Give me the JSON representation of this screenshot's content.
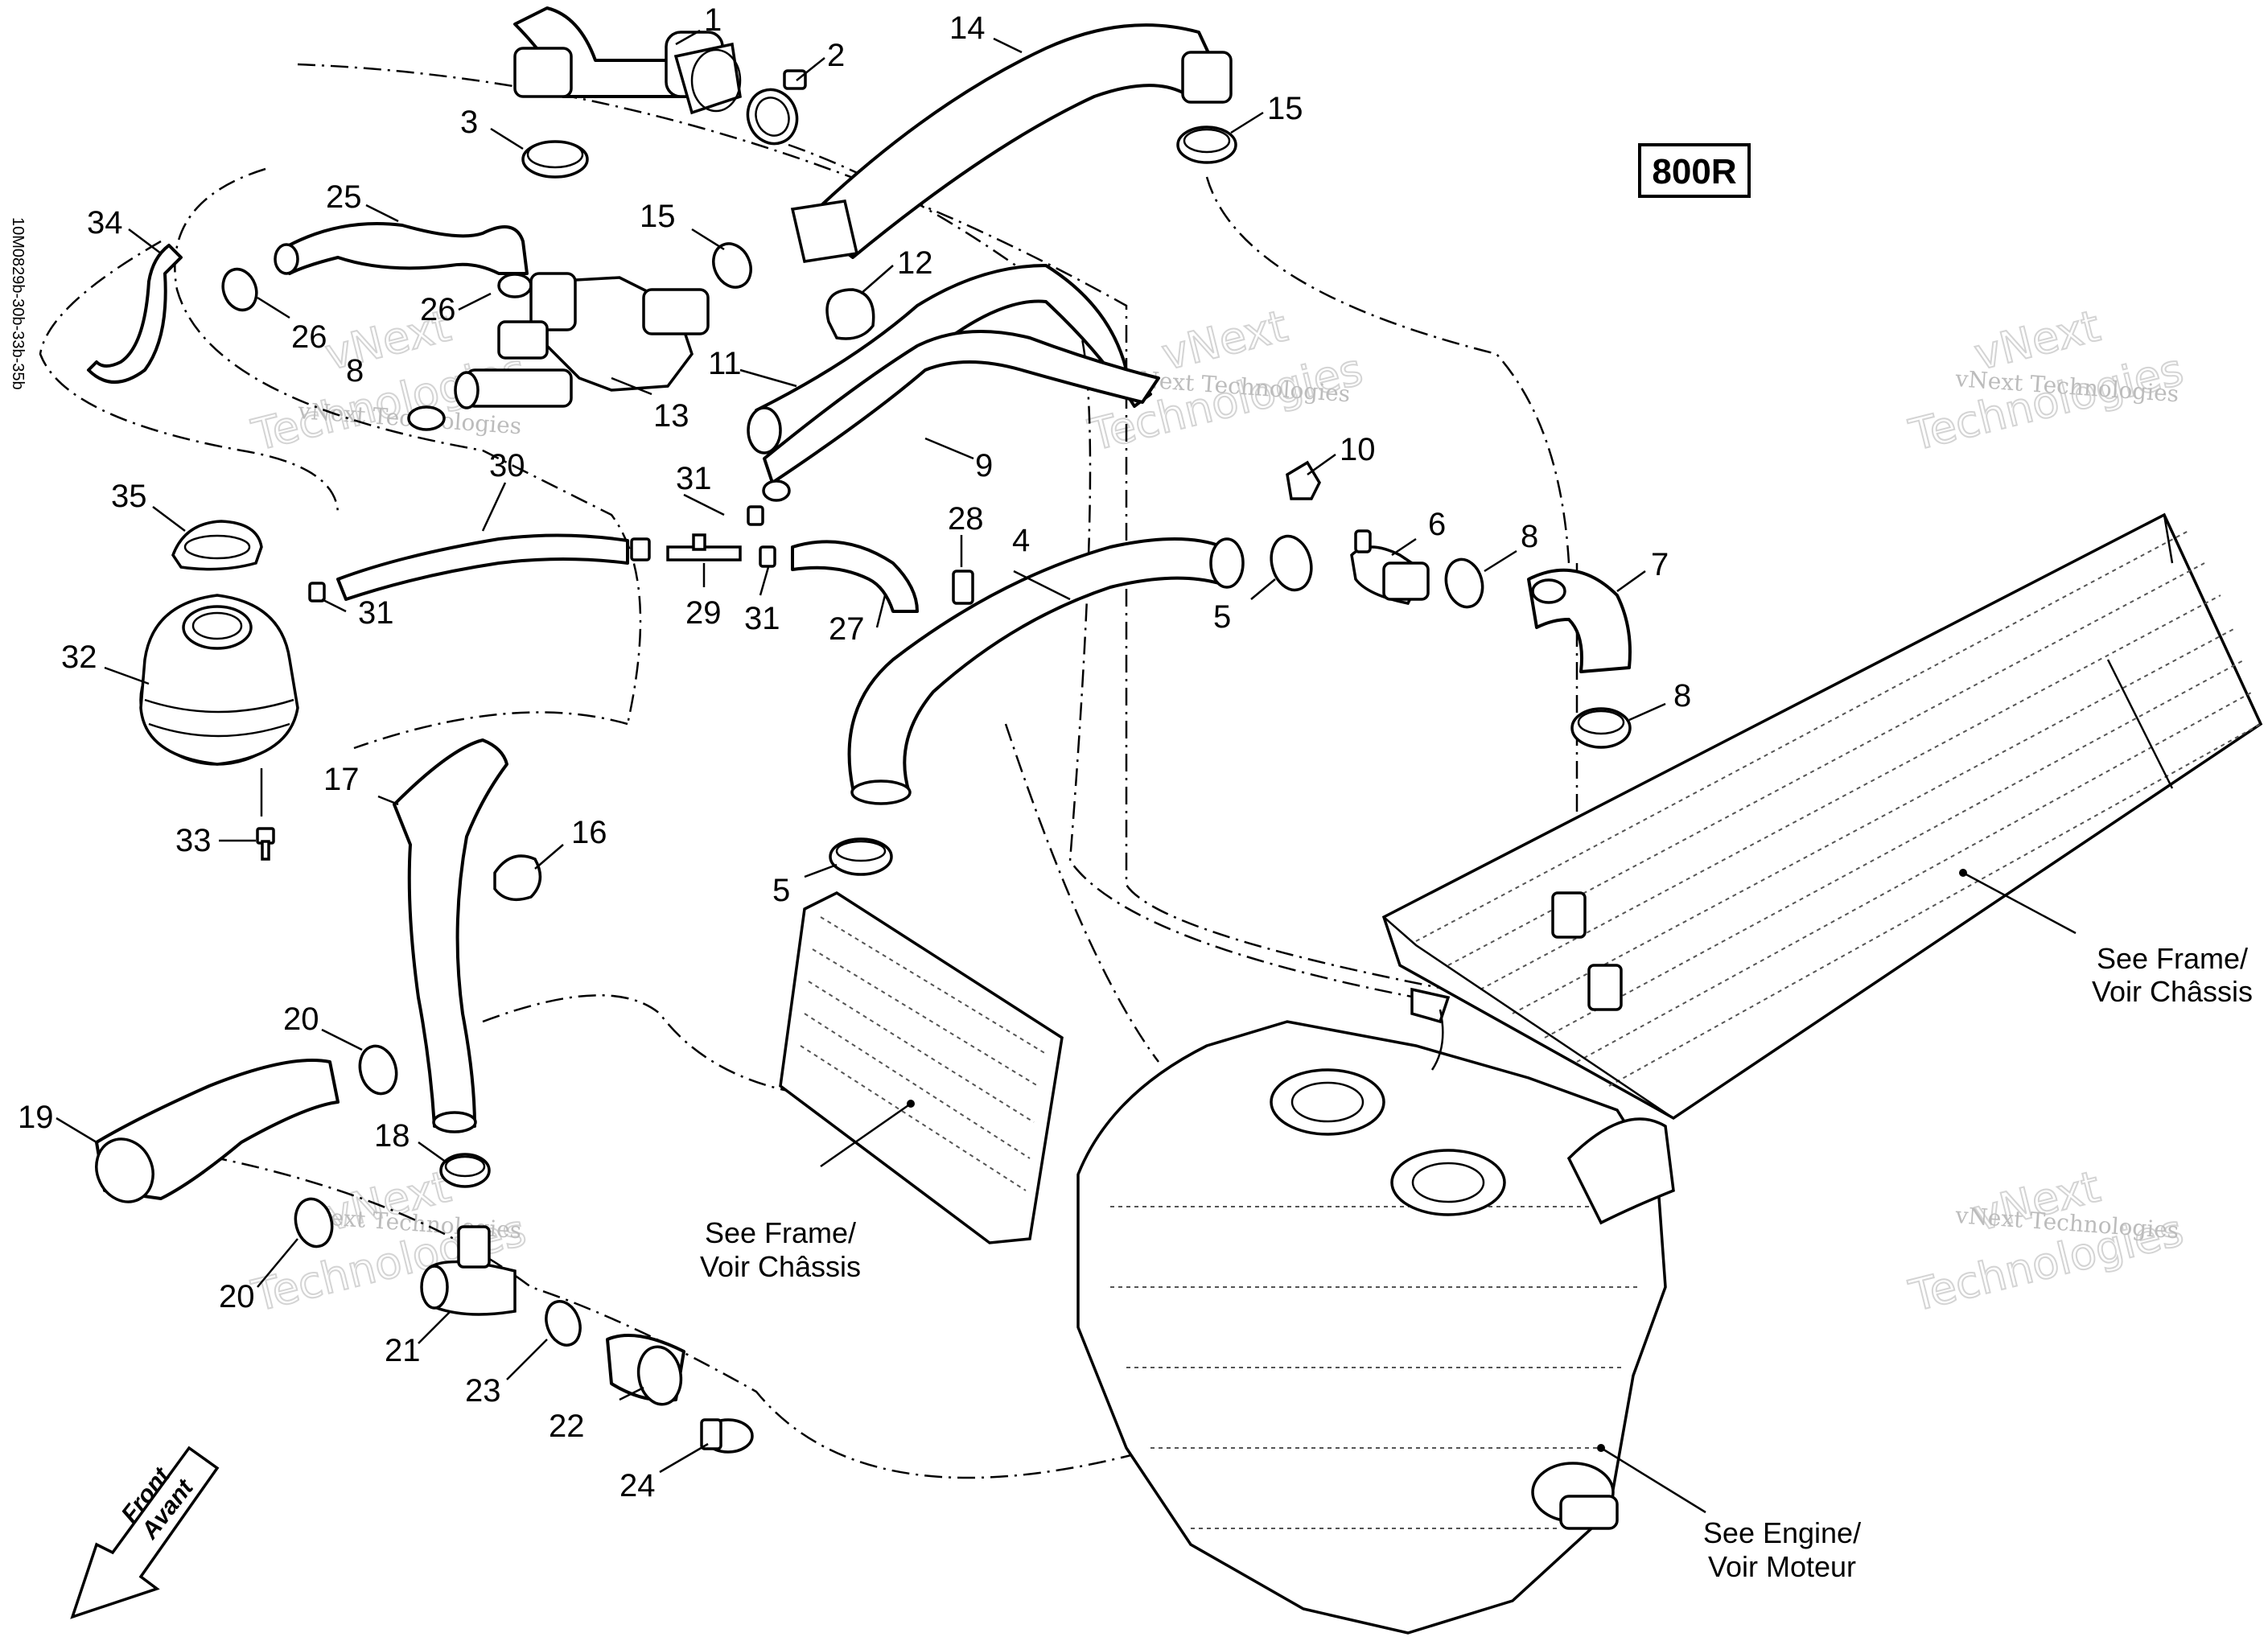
{
  "document_id": "10M0829b-30b-33b-35b",
  "model_label": "800R",
  "watermark": {
    "line1": "vNext",
    "line2": "Technologies",
    "small": "vNext Technologies"
  },
  "front_arrow": {
    "line1": "Front",
    "line2": "Avant"
  },
  "references": {
    "frame_top": {
      "line1": "See Frame/",
      "line2": "Voir Châssis"
    },
    "frame_radiator": {
      "line1": "See Frame/",
      "line2": "Voir Châssis"
    },
    "engine": {
      "line1": "See Engine/",
      "line2": "Voir Moteur"
    }
  },
  "callouts": [
    "1",
    "2",
    "3",
    "4",
    "5",
    "5",
    "6",
    "7",
    "8",
    "8",
    "8",
    "9",
    "10",
    "11",
    "12",
    "13",
    "14",
    "15",
    "15",
    "16",
    "17",
    "18",
    "19",
    "20",
    "20",
    "21",
    "22",
    "23",
    "24",
    "25",
    "26",
    "26",
    "27",
    "28",
    "29",
    "30",
    "31",
    "31",
    "31",
    "32",
    "33",
    "34",
    "35"
  ]
}
